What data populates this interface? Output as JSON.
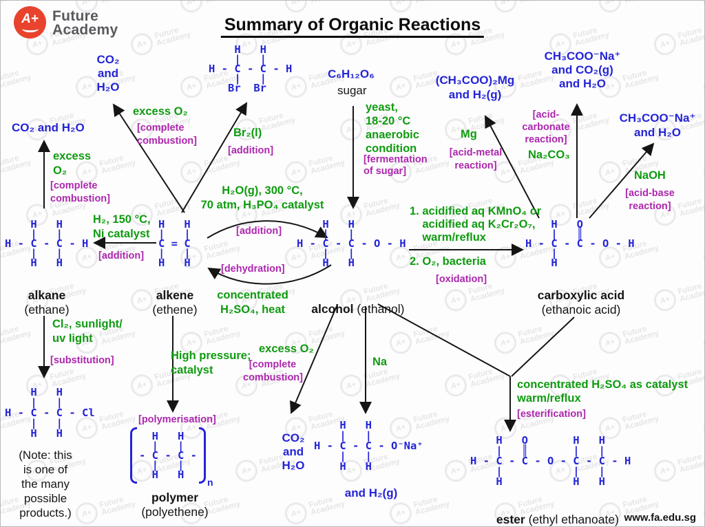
{
  "brand": {
    "logo_text": "A+",
    "line1": "Future",
    "line2": "Academy"
  },
  "title": "Summary of Organic Reactions",
  "website": "www.fa.edu.sg",
  "watermark": {
    "logo": "A+",
    "text": "Future\nAcademy"
  },
  "colors": {
    "blue": "#2424D6",
    "green": "#0F9B0F",
    "purple": "#AD27AD",
    "red": "#E8432D"
  },
  "products": {
    "co2_h2o_stack_top": "CO₂\nand\nH₂O",
    "co2_h2o_inline": "CO₂ and H₂O",
    "glucose": "C₆H₁₂O₆",
    "glucose_name": "sugar",
    "mg_salt": "(CH₃COO)₂Mg\nand H₂(g)",
    "na_salt_co2": "CH₃COO⁻Na⁺\nand CO₂(g)\nand H₂O",
    "na_salt": "CH₃COO⁻Na⁺\nand H₂O",
    "co2_h2o_stack_bottom": "CO₂\nand\nH₂O",
    "h2_gas": "and H₂(g)"
  },
  "conditions": {
    "excess_o2_vert": "excess\nO₂",
    "excess_o2_mid": "excess O₂",
    "excess_o2_bottom": "excess O₂",
    "br2": "Br₂(l)",
    "h2_ni": "H₂, 150 °C,\nNi catalyst",
    "hydration": "H₂O(g), 300 °C,\n70 atm, H₃PO₄ catalyst",
    "dehydration": "concentrated\nH₂SO₄, heat",
    "yeast": "yeast,\n18-20 °C\nanaerobic\ncondition",
    "oxidation1": "1. acidified aq KMnO₄ or\n    acidified aq K₂Cr₂O₇,\n    warm/reflux",
    "oxidation2": "2. O₂, bacteria",
    "mg": "Mg",
    "na2co3": "Na₂CO₃",
    "naoh": "NaOH",
    "cl2": "Cl₂, sunlight/\nuv light",
    "pressure": "High pressure;\ncatalyst",
    "na": "Na",
    "esterification": "concentrated H₂SO₄ as catalyst\nwarm/reflux"
  },
  "tags": {
    "complete_combustion_left": "[complete\ncombustion]",
    "complete_combustion_mid": "[complete\ncombustion]",
    "complete_combustion_bottom": "[complete\ncombustion]",
    "addition_br": "[addition]",
    "addition_h2": "[addition]",
    "addition_hydration": "[addition]",
    "dehydration": "[dehydration]",
    "fermentation": "[fermentation\nof sugar]",
    "oxidation": "[oxidation]",
    "acid_metal": "[acid-metal\nreaction]",
    "acid_carbonate": "[acid-\ncarbonate\nreaction]",
    "acid_base": "[acid-base\nreaction]",
    "substitution": "[substitution]",
    "polymerisation": "[polymerisation]",
    "esterification": "[esterification]"
  },
  "molecules": {
    "dibromoethane": "    H   H\n    |   |\nH - C - C - H\n    |   |\n   Br  Br",
    "ethane": "    H   H\n    |   |\nH - C - C - H\n    |   |\n    H   H",
    "ethene": "H   H\n|   |\nC = C\n|   |\nH   H",
    "ethanol": "    H   H\n    |   |\nH - C - C - O - H\n    |   |\n    H   H",
    "ethanoic_acid": "    H   O\n    |   ║\nH - C - C - O - H\n    |\n    H",
    "chloroethane": "    H   H\n    |   |\nH - C - C - Cl\n    |   |\n    H   H",
    "polymer": "  H   H\n  |   |\n- C - C -\n  |   |\n  H   H",
    "polymer_subscript": "n",
    "ethoxide": "    H   H\n    |   |\nH - C - C - O⁻Na⁺\n    |   |\n    H   H",
    "ester": "    H   O       H   H\n    |   ║       |   |\nH - C - C - O - C - C - H\n    |           |   |\n    H           H   H"
  },
  "labels": {
    "alkane": "alkane",
    "alkane_sub": "(ethane)",
    "alkene": "alkene",
    "alkene_sub": "(ethene)",
    "alcohol_bold": "alcohol",
    "alcohol_rest": " (ethanol)",
    "acid": "carboxylic acid",
    "acid_sub": "(ethanoic acid)",
    "polymer": "polymer",
    "polymer_sub": "(polyethene)",
    "ester_bold": "ester",
    "ester_rest": " (ethyl ethanoate)",
    "note": "(Note: this\nis one of\nthe many\npossible\nproducts.)"
  }
}
